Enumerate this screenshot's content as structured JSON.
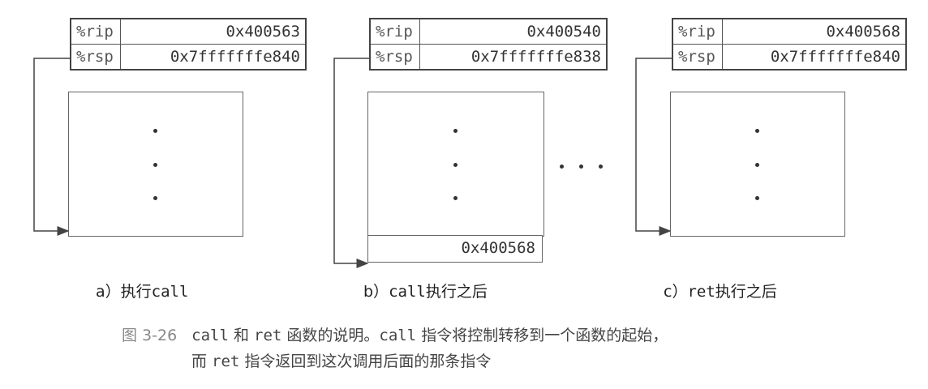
{
  "panels": [
    {
      "registers": [
        {
          "name": "%rip",
          "value": "0x400563"
        },
        {
          "name": "%rsp",
          "value": "0x7fffffffe840"
        }
      ],
      "caption_prefix": "a）执行",
      "caption_code": "call",
      "caption_suffix": ""
    },
    {
      "registers": [
        {
          "name": "%rip",
          "value": "0x400540"
        },
        {
          "name": "%rsp",
          "value": "0x7fffffffe838"
        }
      ],
      "stack_top_value": "0x400568",
      "caption_prefix": "b）",
      "caption_code": "call",
      "caption_suffix": "执行之后"
    },
    {
      "registers": [
        {
          "name": "%rip",
          "value": "0x400568"
        },
        {
          "name": "%rsp",
          "value": "0x7fffffffe840"
        }
      ],
      "caption_prefix": "c）",
      "caption_code": "ret",
      "caption_suffix": "执行之后"
    }
  ],
  "figure": {
    "number": "图 3-26",
    "line1_code1": "call",
    "line1_text1": " 和 ",
    "line1_code2": "ret",
    "line1_text2": " 函数的说明。",
    "line1_code3": "call",
    "line1_text3": " 指令将控制转移到一个函数的起始，",
    "line2_text1": "而 ",
    "line2_code1": "ret",
    "line2_text2": " 指令返回到这次调用后面的那条指令"
  }
}
